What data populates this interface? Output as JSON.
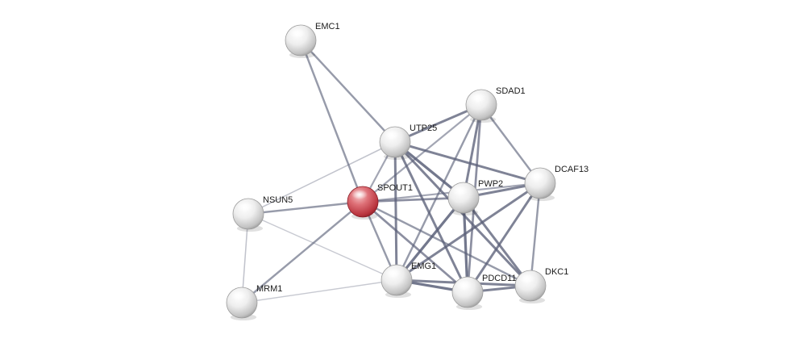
{
  "network": {
    "focus_color": "#d5545e",
    "node_color": "#e8e8e8",
    "edge_color": "#5b6079",
    "nodes": [
      {
        "id": "EMC1",
        "label": "EMC1",
        "focus": false
      },
      {
        "id": "SDAD1",
        "label": "SDAD1",
        "focus": false
      },
      {
        "id": "UTP25",
        "label": "UTP25",
        "focus": false
      },
      {
        "id": "DCAF13",
        "label": "DCAF13",
        "focus": false
      },
      {
        "id": "SPOUT1",
        "label": "SPOUT1",
        "focus": true
      },
      {
        "id": "PWP2",
        "label": "PWP2",
        "focus": false
      },
      {
        "id": "NSUN5",
        "label": "NSUN5",
        "focus": false
      },
      {
        "id": "EMG1",
        "label": "EMG1",
        "focus": false
      },
      {
        "id": "PDCD11",
        "label": "PDCD11",
        "focus": false
      },
      {
        "id": "DKC1",
        "label": "DKC1",
        "focus": false
      },
      {
        "id": "MRM1",
        "label": "MRM1",
        "focus": false
      }
    ],
    "edges": [
      {
        "source": "EMC1",
        "target": "UTP25",
        "strength": 0.6
      },
      {
        "source": "EMC1",
        "target": "SPOUT1",
        "strength": 0.6
      },
      {
        "source": "UTP25",
        "target": "SDAD1",
        "strength": 0.8
      },
      {
        "source": "UTP25",
        "target": "DCAF13",
        "strength": 0.8
      },
      {
        "source": "UTP25",
        "target": "PWP2",
        "strength": 0.9
      },
      {
        "source": "UTP25",
        "target": "EMG1",
        "strength": 0.8
      },
      {
        "source": "UTP25",
        "target": "PDCD11",
        "strength": 0.8
      },
      {
        "source": "UTP25",
        "target": "DKC1",
        "strength": 0.8
      },
      {
        "source": "UTP25",
        "target": "SPOUT1",
        "strength": 0.5
      },
      {
        "source": "UTP25",
        "target": "NSUN5",
        "strength": 0.25
      },
      {
        "source": "SDAD1",
        "target": "SPOUT1",
        "strength": 0.5
      },
      {
        "source": "SDAD1",
        "target": "PWP2",
        "strength": 0.8
      },
      {
        "source": "SDAD1",
        "target": "DCAF13",
        "strength": 0.6
      },
      {
        "source": "SDAD1",
        "target": "EMG1",
        "strength": 0.6
      },
      {
        "source": "SDAD1",
        "target": "PDCD11",
        "strength": 0.7
      },
      {
        "source": "DCAF13",
        "target": "PWP2",
        "strength": 0.8
      },
      {
        "source": "DCAF13",
        "target": "EMG1",
        "strength": 0.8
      },
      {
        "source": "DCAF13",
        "target": "PDCD11",
        "strength": 0.8
      },
      {
        "source": "DCAF13",
        "target": "DKC1",
        "strength": 0.6
      },
      {
        "source": "DCAF13",
        "target": "SPOUT1",
        "strength": 0.5
      },
      {
        "source": "SPOUT1",
        "target": "PWP2",
        "strength": 0.7
      },
      {
        "source": "SPOUT1",
        "target": "NSUN5",
        "strength": 0.6
      },
      {
        "source": "SPOUT1",
        "target": "MRM1",
        "strength": 0.6
      },
      {
        "source": "SPOUT1",
        "target": "EMG1",
        "strength": 0.6
      },
      {
        "source": "SPOUT1",
        "target": "PDCD11",
        "strength": 0.7
      },
      {
        "source": "SPOUT1",
        "target": "DKC1",
        "strength": 0.6
      },
      {
        "source": "PWP2",
        "target": "EMG1",
        "strength": 0.9
      },
      {
        "source": "PWP2",
        "target": "PDCD11",
        "strength": 0.9
      },
      {
        "source": "PWP2",
        "target": "DKC1",
        "strength": 0.8
      },
      {
        "source": "EMG1",
        "target": "PDCD11",
        "strength": 0.9
      },
      {
        "source": "EMG1",
        "target": "DKC1",
        "strength": 0.8
      },
      {
        "source": "PDCD11",
        "target": "DKC1",
        "strength": 0.8
      },
      {
        "source": "NSUN5",
        "target": "MRM1",
        "strength": 0.25
      },
      {
        "source": "NSUN5",
        "target": "EMG1",
        "strength": 0.2
      },
      {
        "source": "MRM1",
        "target": "EMG1",
        "strength": 0.2
      }
    ]
  }
}
